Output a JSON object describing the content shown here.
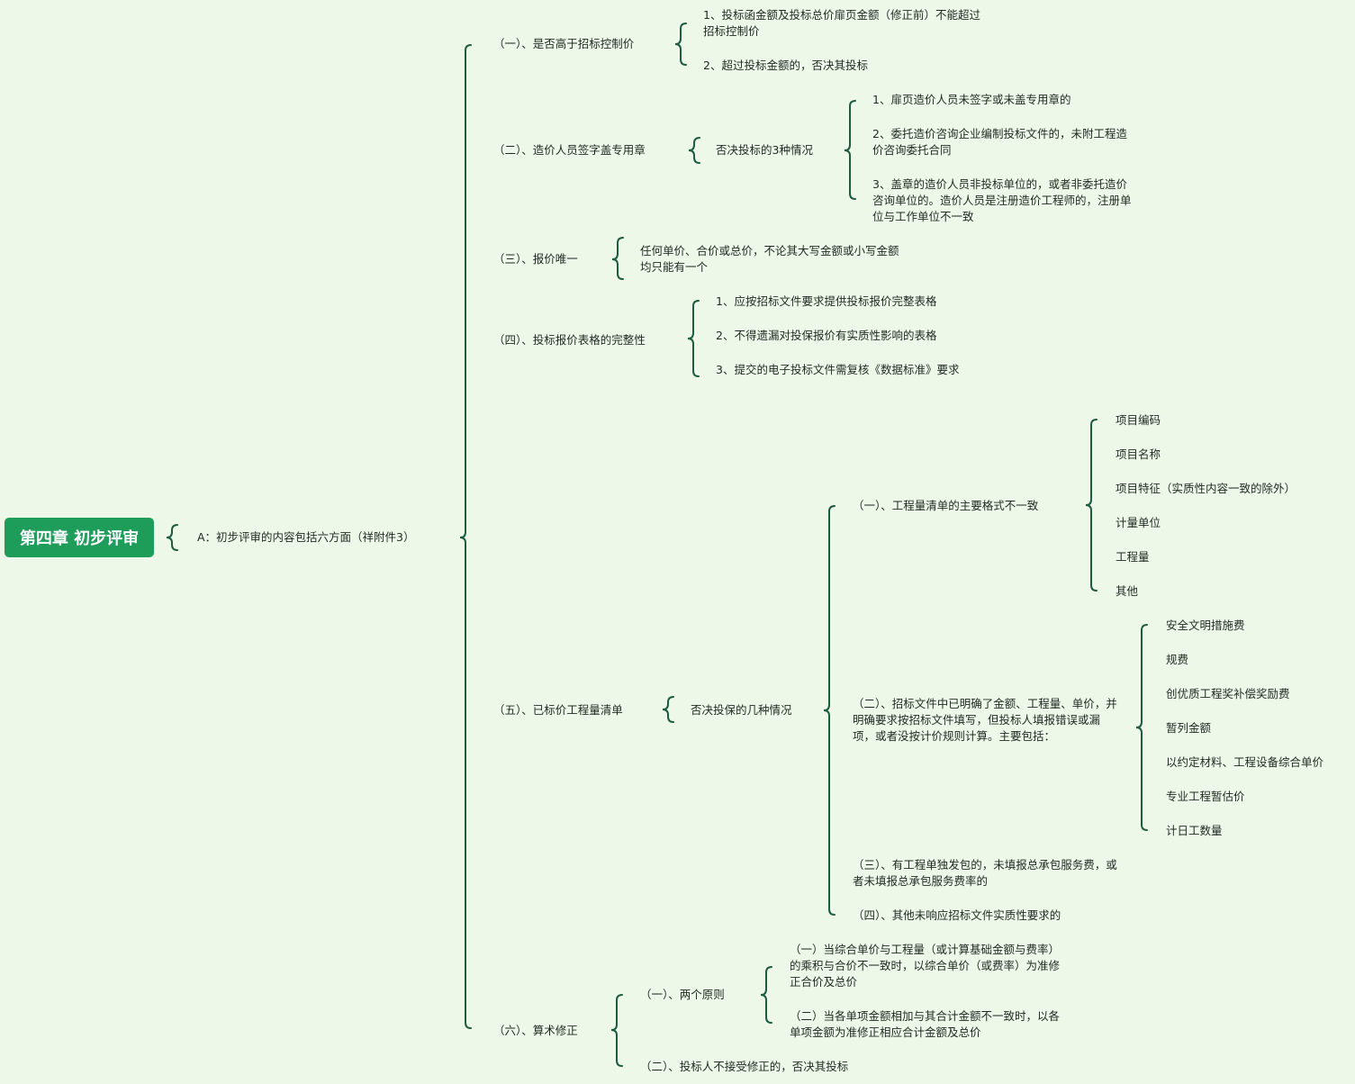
{
  "root": "第四章 初步评审",
  "a_node": "A：初步评审的内容包括六方面（祥附件3）",
  "s1": {
    "label": "（一）、是否高于招标控制价",
    "c1": "1、投标函金额及投标总价扉页金额（修正前）不能超过招标控制价",
    "c2": "2、超过投标金额的，否决其投标"
  },
  "s2": {
    "label": "（二）、造价人员签字盖专用章",
    "mid": "否决投标的3种情况",
    "c1": "1、扉页造价人员未签字或未盖专用章的",
    "c2": "2、委托造价咨询企业编制投标文件的，未附工程造价咨询委托合同",
    "c3": "3、盖章的造价人员非投标单位的，或者非委托造价咨询单位的。造价人员是注册造价工程师的，注册单位与工作单位不一致"
  },
  "s3": {
    "label": "（三）、报价唯一",
    "c1": "任何单价、合价或总价，不论其大写金额或小写金额均只能有一个"
  },
  "s4": {
    "label": "（四）、投标报价表格的完整性",
    "c1": "1、应按招标文件要求提供投标报价完整表格",
    "c2": "2、不得遗漏对投保报价有实质性影响的表格",
    "c3": "3、提交的电子投标文件需复核《数据标准》要求"
  },
  "s5": {
    "label": "（五）、已标价工程量清单",
    "mid": "否决投保的几种情况",
    "g1": {
      "label": "（一）、工程量清单的主要格式不一致",
      "items": [
        "项目编码",
        "项目名称",
        "项目特征（实质性内容一致的除外）",
        "计量单位",
        "工程量",
        "其他"
      ]
    },
    "g2": {
      "label": "（二）、招标文件中已明确了金额、工程量、单价，并明确要求按招标文件填写，但投标人填报错误或漏项，或者没按计价规则计算。主要包括：",
      "items": [
        "安全文明措施费",
        "规费",
        "创优质工程奖补偿奖励费",
        "暂列金额",
        "以约定材料、工程设备综合单价",
        "专业工程暂估价",
        "计日工数量"
      ]
    },
    "g3": "（三）、有工程单独发包的，未填报总承包服务费，或者未填报总承包服务费率的",
    "g4": "（四）、其他未响应招标文件实质性要求的"
  },
  "s6": {
    "label": "（六）、算术修正",
    "p1": {
      "label": "（一）、两个原则",
      "c1": "（一）当综合单价与工程量（或计算基础金额与费率）的乘积与合价不一致时，以综合单价（或费率）为准修正合价及总价",
      "c2": "（二）当各单项金额相加与其合计金额不一致时，以各单项金额为准修正相应合计金额及总价"
    },
    "p2": "（二）、投标人不接受修正的，否决其投标"
  },
  "colors": {
    "brace": "#1e5c3e",
    "root_bg": "#1d9c5a",
    "background": "#eef8e9"
  }
}
